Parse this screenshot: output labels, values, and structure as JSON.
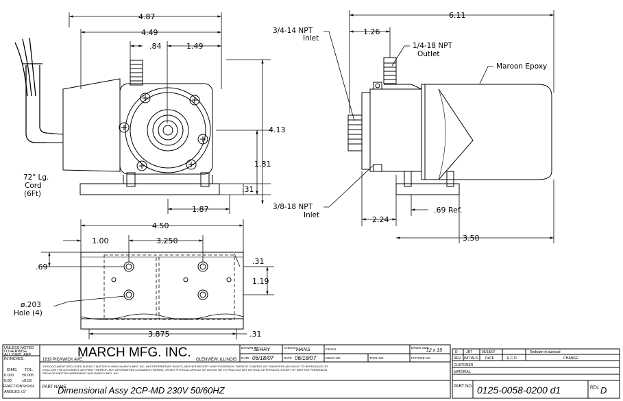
{
  "dims": {
    "front_width": "4.87",
    "front_449": "4.49",
    "front_84": ".84",
    "front_149": "1.49",
    "front_height": "4.13",
    "front_181": "1.81",
    "front_31": ".31",
    "front_187": "1.87",
    "side_611": "6.11",
    "side_126": "1.26",
    "side_224": "2.24",
    "side_350": "3.50",
    "side_69": ".69 Ref.",
    "base_450": "4.50",
    "base_100": "1.00",
    "base_3250": "3.250",
    "base_69": ".69",
    "base_31a": ".31",
    "base_119": "1.19",
    "base_3875": "3.875",
    "base_31b": ".31"
  },
  "labels": {
    "inlet_top_1": "3/4-14 NPT",
    "inlet_top_2": "Inlet",
    "outlet_1": "1/4-18 NPT",
    "outlet_2": "Outlet",
    "epoxy": "Maroon Epoxy",
    "inlet_bot_1": "3/8-18 NPT",
    "inlet_bot_2": "Inlet",
    "cord_1": "72\" Lg.",
    "cord_2": "Cord",
    "cord_3": "(6Ft)",
    "hole_1": "ø.203",
    "hole_2": "Hole (4)"
  },
  "title_block": {
    "tol_1": "UNLESS NOTED",
    "tol_2": "OTHERWISE",
    "tol_3": "ALL DIMS. ARE",
    "tol_4": "IN INCHES.",
    "dims_hdr": "DIMS.",
    "tol_hdr": "TOL.",
    "tol_r1a": "0.000",
    "tol_r1b": "±0.005",
    "tol_r2a": "0.00",
    "tol_r2b": "±0.03",
    "tol_r3": "FRACTIONS±1/64",
    "tol_r4": "ANGLES ±1°",
    "company": "MARCH MFG. INC.",
    "address": "1819 PICKWICK AVE.",
    "city": "GLENVIEW, ILLINOIS",
    "drawn_by_lbl": "DRAWN BY",
    "drawn_by": "JERRY",
    "chkd_by_lbl": "CHKD BY",
    "chkd_by": "HANS",
    "date_lbl": "DATE",
    "drawn_date": "06/18/07",
    "chkd_date": "06/18/07",
    "finish_lbl": "FINISH",
    "mold_lbl": "MOLD NO.",
    "tool_lbl": "TOOL NO.",
    "dwg_size_lbl": "DRWG SIZE",
    "dwg_size": "12 x 19",
    "fixture_lbl": "FIXTURE NO.",
    "disclaimer_1": "THIS DOCUMENT DISCLOSED SUBJECT MATTER IN WHICH MARCH MFG. INC. HAS PROPRIETARY RIGHTS, NEITHER RECEIPT NOR POSSESSION THEREOF CONFERS OR TRANSFERS ANY RIGHT TO REPRODUCE OR",
    "disclaimer_2": "DISCLOSE THE DOCUMENT, ANY PART THEREOF, ANY INFORMATION CONTAINED THEREIN, OR ANY PHYSICAL ARTICLE OR DEVICE OR TO PRACTICE ANY METHOD OR PROCESS, EXCEPT BY WRITTEN PERMISSION",
    "disclaimer_3": "FROM OR WRITTEN AGREEMENT WITH MARCH MFG. INC.",
    "part_name_lbl": "PART NAME",
    "part_name": "Dimensional Assy 2CP-MD 230V 50/60HZ",
    "part_no_lbl": "PART NO.",
    "part_no": "0125-0058-0200 d1",
    "rev_lbl": "REV.",
    "rev": "D",
    "rev_row_rev": "D",
    "rev_row_initials": "JBT",
    "rev_row_date": "06/18/07",
    "rev_row_change": "Redrawn in autocad",
    "rev_hdr_rev": "REV.",
    "rev_hdr_initials": "INITIALS",
    "rev_hdr_date": "DATE",
    "rev_hdr_eco": "E.C.O.",
    "rev_hdr_change": "CHANGE",
    "customer_lbl": "CUSTOMER",
    "material_lbl": "MATERIAL"
  }
}
